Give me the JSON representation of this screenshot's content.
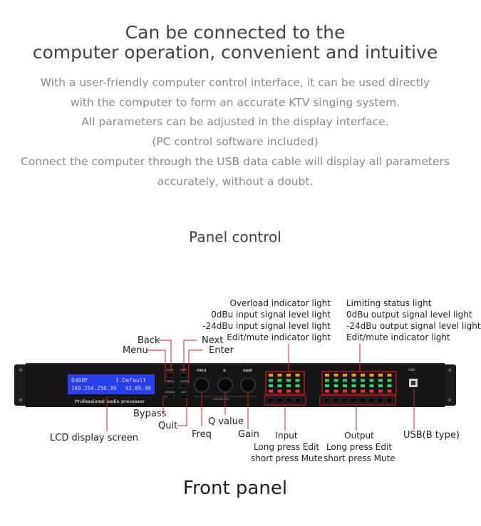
{
  "heading": {
    "line1": "Can be connected to the",
    "line2": "computer operation, convenient and intuitive"
  },
  "description": [
    "With a user-friendly computer control interface, it can be used directly",
    "with the computer to form an accurate KTV singing system.",
    "All parameters can be adjusted in the display interface.",
    "(PC control software included)",
    "Connect the computer through the USB data cable will display all parameters",
    "accurately, without a doubt."
  ],
  "panel_control_title": "Panel control",
  "front_panel_title": "Front panel",
  "device": {
    "lcd_line1_left": "0408F",
    "lcd_line1_right": "1.Default",
    "lcd_line2_left": "169.254.250.39",
    "lcd_line2_right": "V2.05.06",
    "brand_text": "Professional audio processor",
    "knob_labels": [
      "FREQ",
      "Q",
      "GAIN"
    ],
    "parameters_text": "PARAMETERS",
    "button_labels": [
      "BACK",
      "NEXT",
      "MENU",
      "ENTER",
      "BYPASS",
      "QUIT"
    ],
    "usb_text": "USB",
    "colors": {
      "body": "#161616",
      "lcd": "#2b3df0",
      "lcd_text": "#d8ddff",
      "callout": "#e11b1b"
    }
  },
  "labels": {
    "left_indicators": [
      "Overload indicator light",
      "0dBu input signal level light",
      "-24dBu input signal level light",
      "Edit/mute indicator light"
    ],
    "right_indicators": [
      "Limiting status light",
      "0dBu output signal level light",
      "-24dBu output signal level light",
      "Edit/mute indicator light"
    ],
    "back": "Back",
    "next": "Next",
    "menu": "Menu",
    "enter": "Enter",
    "bypass": "Bypass",
    "quit": "Quit",
    "lcd": "LCD display screen",
    "freq": "Freq",
    "q_value": "Q value",
    "gain": "Gain",
    "input": [
      "Input",
      "Long press Edit",
      "short press Mute"
    ],
    "output": [
      "Output",
      "Long press Edit",
      "short press Mute"
    ],
    "usb": "USB(B type)"
  }
}
